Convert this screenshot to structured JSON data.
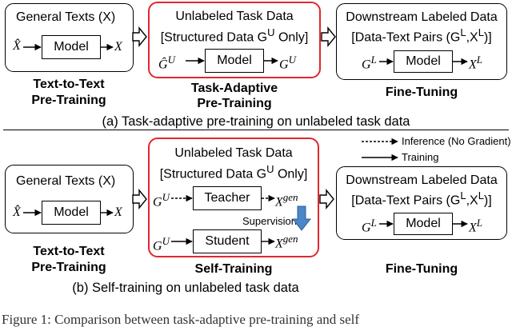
{
  "top": {
    "general_texts": "General Texts (X)",
    "model": "Model",
    "x_hat": "X̂",
    "x_out": "X",
    "stage1_line1": "Text-to-Text",
    "stage1_line2": "Pre-Training",
    "unlabeled_title": "Unlabeled Task Data",
    "unlabeled_sub": "[Structured Data G",
    "unlabeled_sub_sup": "U",
    "unlabeled_sub_end": " Only]",
    "gu": "G",
    "gu_sup": "U",
    "stage2_line1": "Task-Adaptive",
    "stage2_line2": "Pre-Training",
    "downstream_title": "Downstream Labeled Data",
    "downstream_sub": "[Data-Text Pairs (G",
    "downstream_sub_sup1": "L",
    "downstream_sub_mid": ",X",
    "downstream_sub_sup2": "L",
    "downstream_sub_end": ")]",
    "gl": "G",
    "gl_sup": "L",
    "xl": "X",
    "xl_sup": "L",
    "stage3": "Fine-Tuning",
    "caption": "(a) Task-adaptive pre-training on unlabeled task data"
  },
  "bottom": {
    "general_texts": "General Texts (X)",
    "model": "Model",
    "x_hat": "X̂",
    "x_out": "X",
    "stage1_line1": "Text-to-Text",
    "stage1_line2": "Pre-Training",
    "unlabeled_title": "Unlabeled Task Data",
    "unlabeled_sub": "[Structured Data G",
    "unlabeled_sub_sup": "U",
    "unlabeled_sub_end": " Only]",
    "teacher": "Teacher",
    "student": "Student",
    "supervision": "Supervision",
    "gu": "G",
    "gu_sup": "U",
    "xgen": "X",
    "xgen_sup": "gen",
    "stage2": "Self-Training",
    "legend_inference": "Inference (No Gradient)",
    "legend_training": "Training",
    "downstream_title": "Downstream Labeled Data",
    "downstream_sub": "[Data-Text Pairs (G",
    "downstream_sub_sup1": "L",
    "downstream_sub_mid": ",X",
    "downstream_sub_sup2": "L",
    "downstream_sub_end": ")]",
    "gl": "G",
    "gl_sup": "L",
    "xl": "X",
    "xl_sup": "L",
    "stage3": "Fine-Tuning",
    "caption": "(b) Self-training on unlabeled task data"
  },
  "footer": {
    "figure_caption": "Figure 1: Comparison between task-adaptive pre-training and self"
  },
  "colors": {
    "highlight_border": "#e0272d",
    "supervision_arrow": "#4a86c8"
  }
}
